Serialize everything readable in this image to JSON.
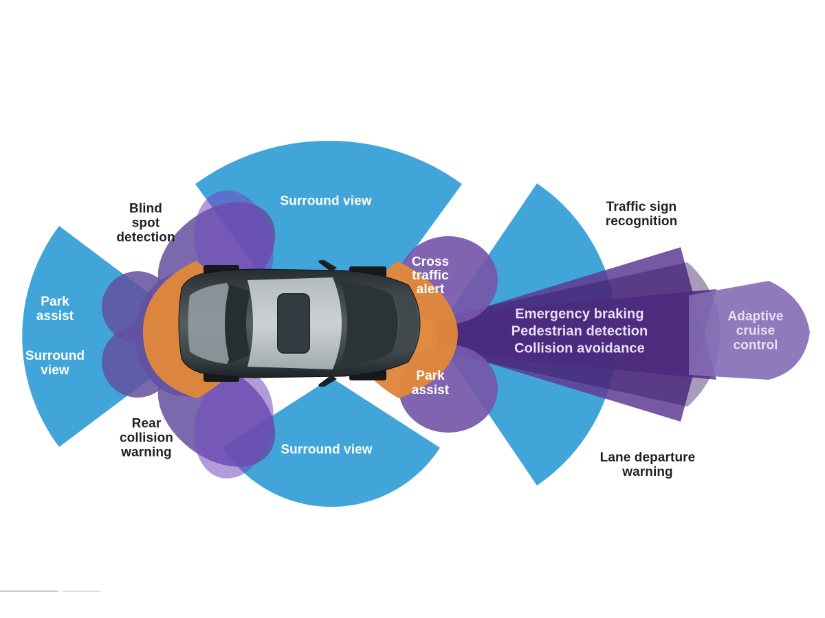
{
  "diagram": {
    "labels": {
      "blind_spot": {
        "text": "Blind\nspot\ndetection"
      },
      "surround_top": {
        "text": "Surround view"
      },
      "cross_traffic": {
        "text": "Cross\ntraffic\nalert"
      },
      "traffic_sign": {
        "text": "Traffic sign\nrecognition"
      },
      "park_assist_left": {
        "text": "Park\nassist"
      },
      "surround_left": {
        "text": "Surround\nview"
      },
      "emergency": {
        "text": "Emergency braking\nPedestrian detection\nCollision avoidance"
      },
      "adaptive_cruise": {
        "text": "Adaptive\ncruise\ncontrol"
      },
      "park_assist_front": {
        "text": "Park\nassist"
      },
      "rear_collision": {
        "text": "Rear\ncollision\nwarning"
      },
      "surround_bottom": {
        "text": "Surround view"
      },
      "lane_departure": {
        "text": "Lane departure\nwarning"
      }
    },
    "colors": {
      "blue": "#3BA2D8",
      "muted_purple": "#63509F",
      "bright_purple": "#7348BE",
      "lobe_purple": "#7557A8",
      "wedge_purple": "#5F3B93",
      "dark_purple": "#31135E",
      "beam_purple": "#836CB4",
      "orange": "#E0873C",
      "label_dark": "#212121",
      "label_light": "#FFFFFF",
      "label_lavender": "#E8DEF8"
    }
  }
}
